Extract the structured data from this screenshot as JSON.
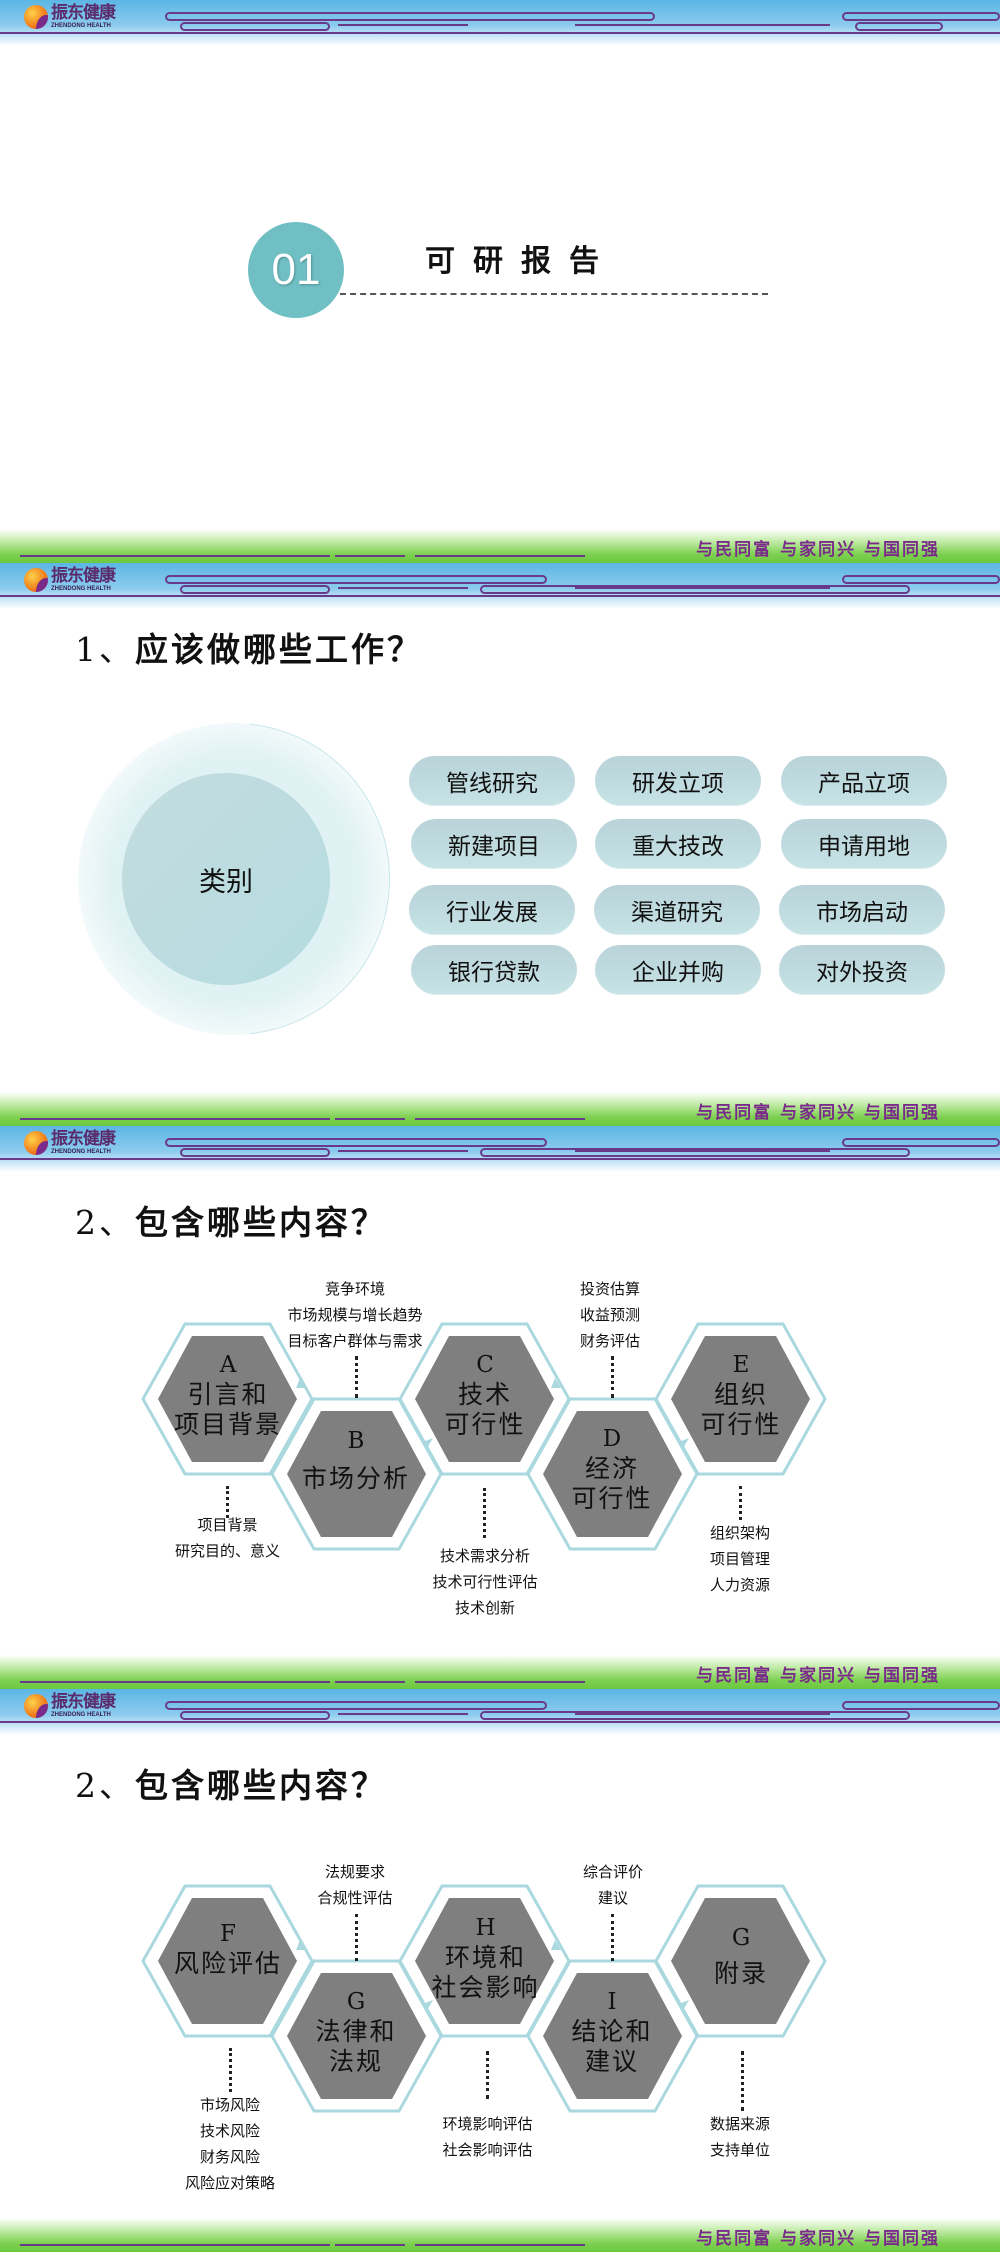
{
  "brand": {
    "logo_cn": "振东健康",
    "logo_en": "ZHENDONG HEALTH",
    "slogan": "与民同富 与家同兴 与国同强",
    "colors": {
      "header_blue": "#5bb6e4",
      "footer_green": "#6cc840",
      "deco_purple": "#6a3a8a",
      "teal_circle": "#6fbfc4",
      "hex_fill": "#7f7f7f",
      "hex_outline": "#a9d9df"
    }
  },
  "slide1": {
    "section_number": "01",
    "section_title": "可研报告"
  },
  "slide2": {
    "title_num": "1、",
    "title_text": "应该做哪些工作？",
    "center_label": "类别",
    "tags": [
      [
        "管线研究",
        "研发立项",
        "产品立项"
      ],
      [
        "新建项目",
        "重大技改",
        "申请用地"
      ],
      [
        "行业发展",
        "渠道研究",
        "市场启动"
      ],
      [
        "银行贷款",
        "企业并购",
        "对外投资"
      ]
    ]
  },
  "slide3": {
    "title_num": "2、",
    "title_text": "包含哪些内容？",
    "hexes": [
      {
        "letter": "A",
        "lines": [
          "引言和",
          "项目背景"
        ]
      },
      {
        "letter": "B",
        "lines": [
          "市场分析"
        ]
      },
      {
        "letter": "C",
        "lines": [
          "技术",
          "可行性"
        ]
      },
      {
        "letter": "D",
        "lines": [
          "经济",
          "可行性"
        ]
      },
      {
        "letter": "E",
        "lines": [
          "组织",
          "可行性"
        ]
      }
    ],
    "notes": {
      "A": [
        "项目背景",
        "研究目的、意义"
      ],
      "B": [
        "竞争环境",
        "市场规模与增长趋势",
        "目标客户群体与需求"
      ],
      "C": [
        "技术需求分析",
        "技术可行性评估",
        "技术创新"
      ],
      "D": [
        "投资估算",
        "收益预测",
        "财务评估"
      ],
      "E": [
        "组织架构",
        "项目管理",
        "人力资源"
      ]
    }
  },
  "slide4": {
    "title_num": "2、",
    "title_text": "包含哪些内容？",
    "hexes": [
      {
        "letter": "F",
        "lines": [
          "风险评估"
        ]
      },
      {
        "letter": "G",
        "lines": [
          "法律和",
          "法规"
        ]
      },
      {
        "letter": "H",
        "lines": [
          "环境和",
          "社会影响"
        ]
      },
      {
        "letter": "I",
        "lines": [
          "结论和",
          "建议"
        ]
      },
      {
        "letter": "G",
        "lines": [
          "附录"
        ]
      }
    ],
    "notes": {
      "F": [
        "市场风险",
        "技术风险",
        "财务风险",
        "风险应对策略"
      ],
      "G": [
        "法规要求",
        "合规性评估"
      ],
      "H": [
        "环境影响评估",
        "社会影响评估"
      ],
      "I": [
        "综合评价",
        "建议"
      ],
      "G2": [
        "数据来源",
        "支持单位"
      ]
    }
  }
}
